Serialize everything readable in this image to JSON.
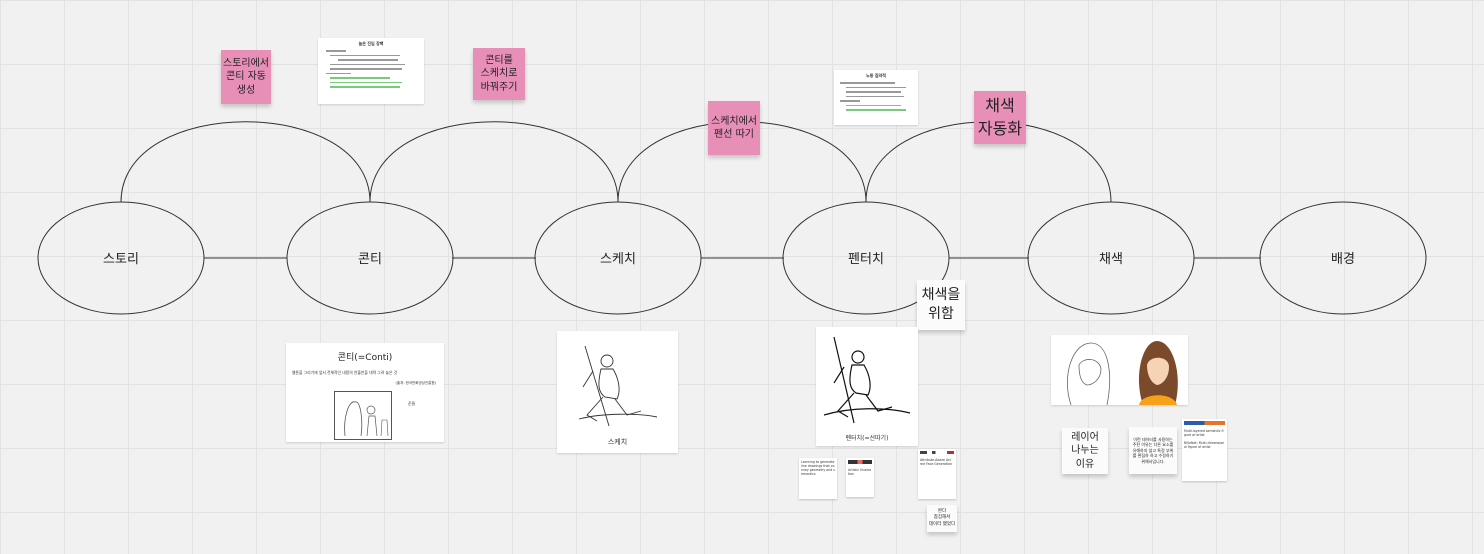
{
  "flow": {
    "nodes": [
      {
        "id": "story",
        "label": "스토리"
      },
      {
        "id": "conti",
        "label": "콘티"
      },
      {
        "id": "sketch",
        "label": "스케치"
      },
      {
        "id": "pen",
        "label": "펜터치"
      },
      {
        "id": "color",
        "label": "채색"
      },
      {
        "id": "bg",
        "label": "배경"
      }
    ]
  },
  "stickies": {
    "story_auto": "스토리에서\n콘티 자동\n생성",
    "conti_to_sketch": "콘티를\n스케치로\n바꿔주기",
    "sketch_pen": "스케치에서\n펜선 따기",
    "auto_color": "채색\n자동화",
    "for_color": "채색을\n위함",
    "layer_reason": "레이어\n나누는\n이유",
    "small_note": "완다\n참겁해서\n데이터 했었다"
  },
  "docs": {
    "doc1_title": "높은 진입 장벽",
    "doc2_title": "노동 집약적",
    "conti_card_title": "콘티(=Conti)",
    "conti_card_desc": "웹툰을 그리기에 앞서 전체적인 내용의 연출만을 대략 그려 놓은 것",
    "conti_card_source": "(출처: 한국만화영상진흥원)",
    "conti_card_char": "준둥",
    "sketch_caption": "스케치",
    "pen_caption": "펜터치(=선따기)",
    "color_note": "이런 데이터를 사용하는 주된 이유는 다른 요소를 유해하지 않고 특정 부위를 편집하 하고 수정하기 위해서입니다."
  },
  "papers": {
    "p1": "Learning to generate line drawings that convey geometry and semantics",
    "p2": "Artistic Illustration",
    "p3": "Attribute-Aware Anime Face Generation",
    "p4": "Multi-layered semantic figure of artist",
    "p5": "BiSeNet: Multi-dimensional figure of artist"
  },
  "colors": {
    "pink": "#e88fb8",
    "grid": "#e2e2e2",
    "background": "#f1f1f1"
  }
}
